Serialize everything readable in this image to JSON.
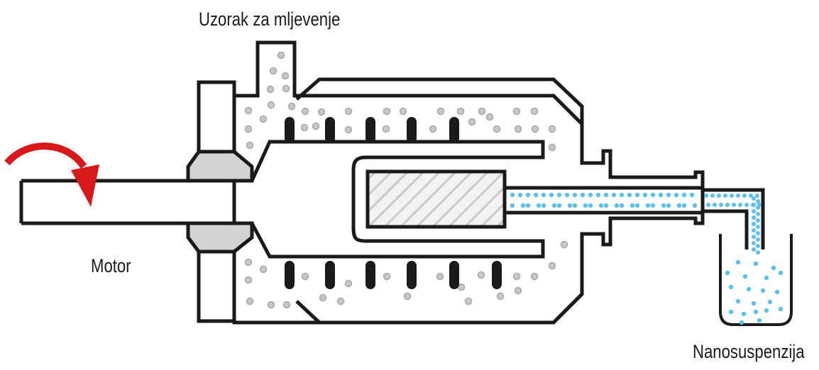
{
  "labels": {
    "sample_input": "Uzorak za mljevenje",
    "motor": "Motor",
    "output": "Nanosuspenzija"
  },
  "colors": {
    "outline": "#1a1a1a",
    "coupling_fill": "#d3d3d3",
    "bead": "#c8c8c8",
    "nanoparticle": "#5bc0eb",
    "rotation_arrow": "#d7191c",
    "pin": "#1a1a1a",
    "hatch": "#c9c9c9"
  },
  "icons": {
    "rotation": "curved-arrow-icon"
  }
}
